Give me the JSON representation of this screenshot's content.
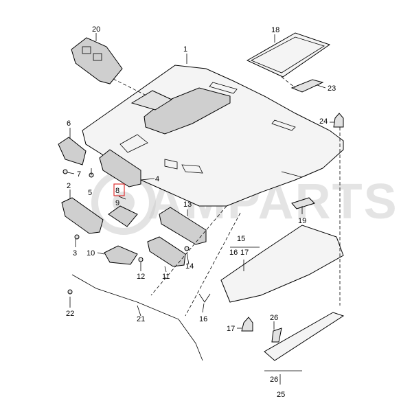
{
  "diagram": {
    "watermark": "AMPARTS",
    "callouts": [
      "1",
      "2",
      "3",
      "4",
      "5",
      "6",
      "7",
      "8",
      "9",
      "10",
      "11",
      "12",
      "13",
      "14",
      "15",
      "16",
      "17",
      "16",
      "17",
      "18",
      "19",
      "20",
      "21",
      "22",
      "23",
      "24",
      "26",
      "26",
      "25"
    ],
    "highlighted_callout": "8"
  }
}
